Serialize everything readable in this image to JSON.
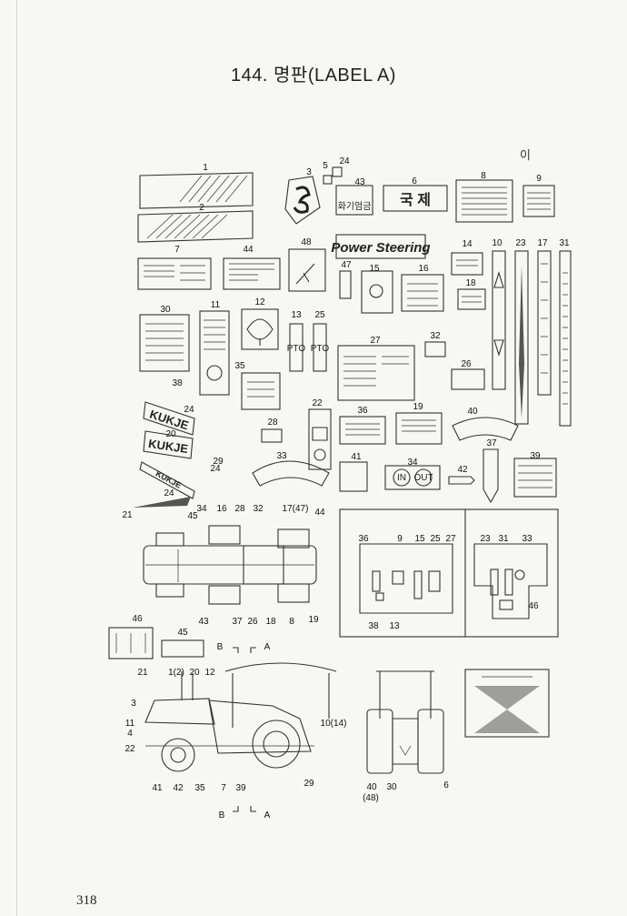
{
  "title": "144. 명판(LABEL A)",
  "page_number": "318",
  "corner_mark": "이",
  "decal_text": {
    "kukje_1": "KUKJE",
    "kukje_2": "KUKJE",
    "kukje_3": "KUKJE",
    "power_steering": "Power Steering",
    "guk_je": "국 제",
    "sticker_43": "화기엄금",
    "pto_a": "PTO",
    "pto_b": "PTO",
    "in": "IN",
    "out": "OUT",
    "row_14": "",
    "arc_33": ""
  },
  "top_callouts": [
    "1",
    "2",
    "3",
    "5",
    "24",
    "43",
    "6",
    "8",
    "9",
    "7",
    "44",
    "48",
    "14",
    "10",
    "23",
    "17",
    "31",
    "47",
    "15",
    "16",
    "18",
    "30",
    "11",
    "12",
    "13",
    "25",
    "27",
    "32",
    "26",
    "35",
    "38",
    "24",
    "20",
    "22",
    "36",
    "19",
    "40",
    "28",
    "37",
    "29",
    "24",
    "21",
    "24",
    "33",
    "41",
    "34",
    "42",
    "39"
  ],
  "plan_callouts": [
    "34",
    "45",
    "16",
    "28",
    "32",
    "17(47)",
    "44",
    "43",
    "37",
    "26",
    "18",
    "8",
    "19"
  ],
  "panel_left_callouts": [
    "36",
    "9",
    "15",
    "25",
    "27",
    "38",
    "13"
  ],
  "panel_right_callouts": [
    "23",
    "31",
    "33",
    "46"
  ],
  "misc_callouts": [
    "46",
    "45"
  ],
  "side_callouts": [
    "1(2)",
    "20",
    "12",
    "21",
    "3",
    "11",
    "4",
    "22",
    "41",
    "42",
    "35",
    "7",
    "39",
    "29",
    "10(14)"
  ],
  "rear_callouts": [
    "40",
    "(48)",
    "30",
    "6"
  ],
  "view_marks": [
    "B",
    "A",
    "B",
    "A"
  ]
}
